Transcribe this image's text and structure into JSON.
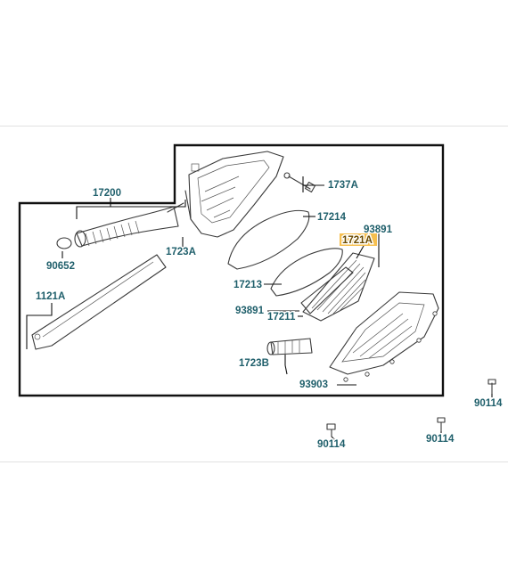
{
  "diagram": {
    "type": "exploded-parts-diagram",
    "highlight_color": "#f6bf4f",
    "label_color": "#1f5f6b",
    "labels": [
      {
        "id": "17200",
        "text": "17200"
      },
      {
        "id": "1737A",
        "text": "1737A"
      },
      {
        "id": "17214",
        "text": "17214"
      },
      {
        "id": "93891a",
        "text": "93891"
      },
      {
        "id": "1721A",
        "text": "1721A",
        "highlight": true
      },
      {
        "id": "90652",
        "text": "90652"
      },
      {
        "id": "1723A",
        "text": "1723A"
      },
      {
        "id": "17213",
        "text": "17213"
      },
      {
        "id": "1121A",
        "text": "1121A"
      },
      {
        "id": "93891b",
        "text": "93891"
      },
      {
        "id": "17211",
        "text": "17211"
      },
      {
        "id": "1723B",
        "text": "1723B"
      },
      {
        "id": "93903",
        "text": "93903"
      },
      {
        "id": "90114a",
        "text": "90114"
      },
      {
        "id": "90114b",
        "text": "90114"
      },
      {
        "id": "90114c",
        "text": "90114"
      }
    ]
  }
}
